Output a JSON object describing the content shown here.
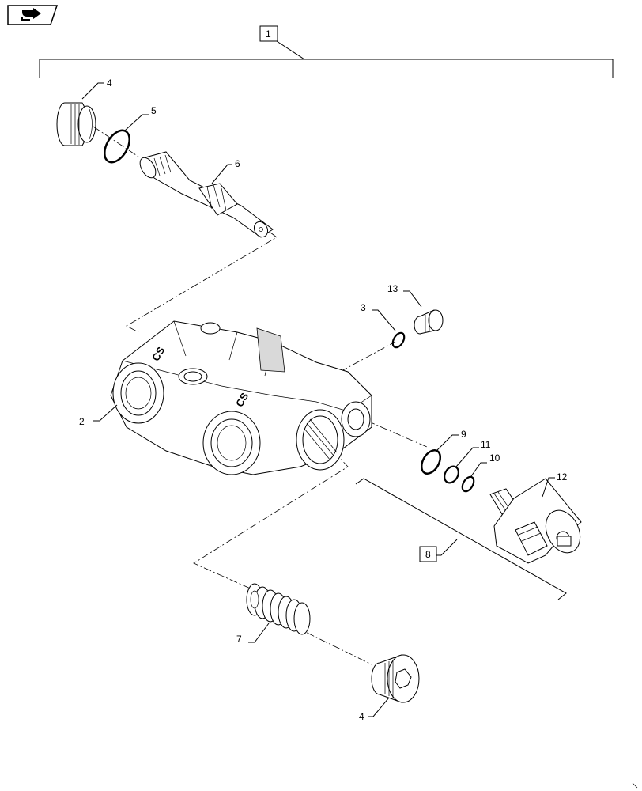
{
  "callouts": {
    "c1": "1",
    "c2": "2",
    "c3": "3",
    "c4a": "4",
    "c4b": "4",
    "c5": "5",
    "c6": "6",
    "c7": "7",
    "c8": "8",
    "c9": "9",
    "c10": "10",
    "c11": "11",
    "c12": "12",
    "c13": "13"
  },
  "icons": {
    "nav": "back-arrow-icon"
  }
}
